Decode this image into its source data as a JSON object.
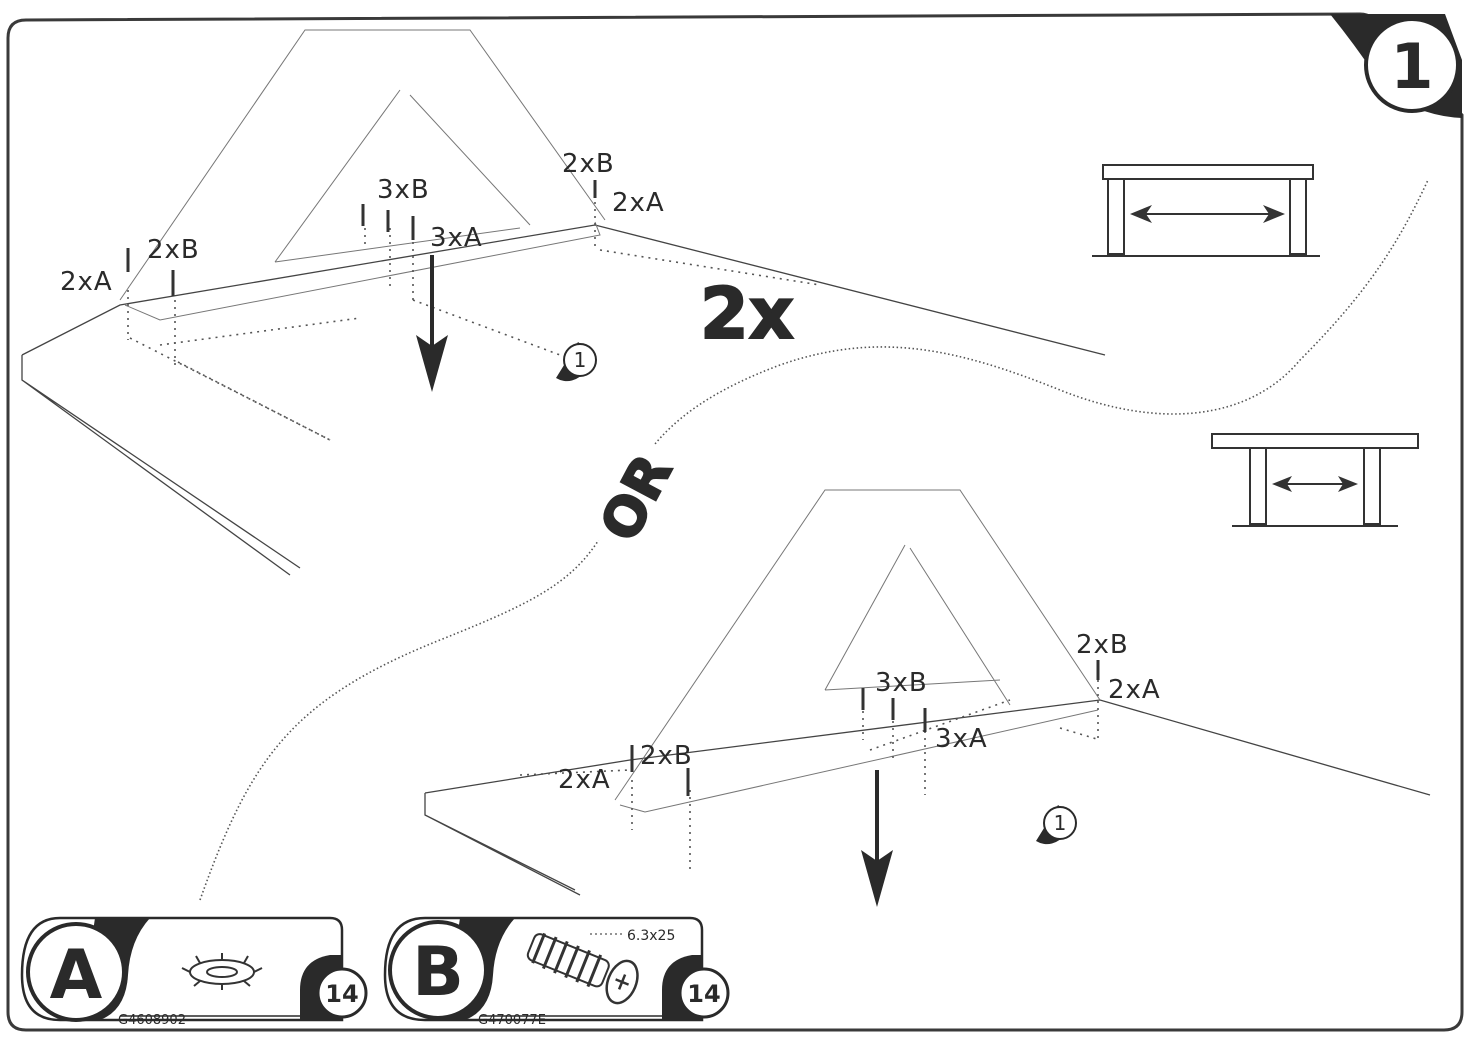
{
  "step": {
    "number": "1"
  },
  "multiplier": "2x",
  "separator": "OR",
  "upper": {
    "callouts": {
      "left_washer": "2xA",
      "left_screw": "2xB",
      "mid_screw": "3xB",
      "mid_washer": "3xA",
      "right_screw": "2xB",
      "right_washer": "2xA"
    },
    "rotate_badge": "1"
  },
  "lower": {
    "callouts": {
      "left_washer": "2xA",
      "left_screw": "2xB",
      "mid_screw": "3xB",
      "mid_washer": "3xA",
      "right_screw": "2xB",
      "right_washer": "2xA"
    },
    "rotate_badge": "1"
  },
  "parts": [
    {
      "letter": "A",
      "code": "G4608902",
      "qty": "14",
      "icon": "star-washer-icon"
    },
    {
      "letter": "B",
      "code": "G470077E",
      "qty": "14",
      "icon": "euro-screw-icon",
      "size": "6.3x25"
    }
  ]
}
